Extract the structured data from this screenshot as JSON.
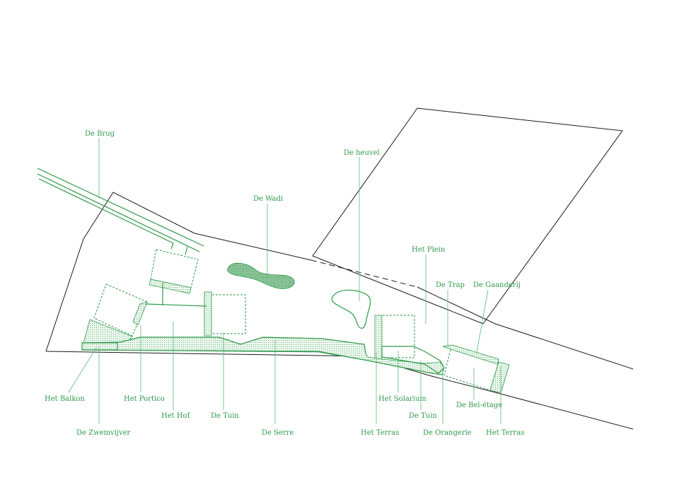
{
  "labels": {
    "brug": "De Brug",
    "heuvel": "De heuvel",
    "wadi": "De Wadi",
    "plein": "Het Plein",
    "trap": "De Trap",
    "gaanderij": "De Gaanderij",
    "balkon": "Het Balkon",
    "portico": "Het Portico",
    "hof": "Het Hof",
    "tuin1": "De Tuin",
    "serre": "De Serre",
    "solarium": "Het Solarium",
    "tuin2": "De Tuin",
    "beletage": "De Bel-étage",
    "zwemvijver": "De Zwemvijver",
    "terras1": "Het Terras",
    "orangerie": "De Orangerie",
    "terras2": "Het Terras"
  },
  "colors": {
    "accent": "#2e9a4a",
    "leader": "#5cb874",
    "outline": "#1a1a1a"
  }
}
